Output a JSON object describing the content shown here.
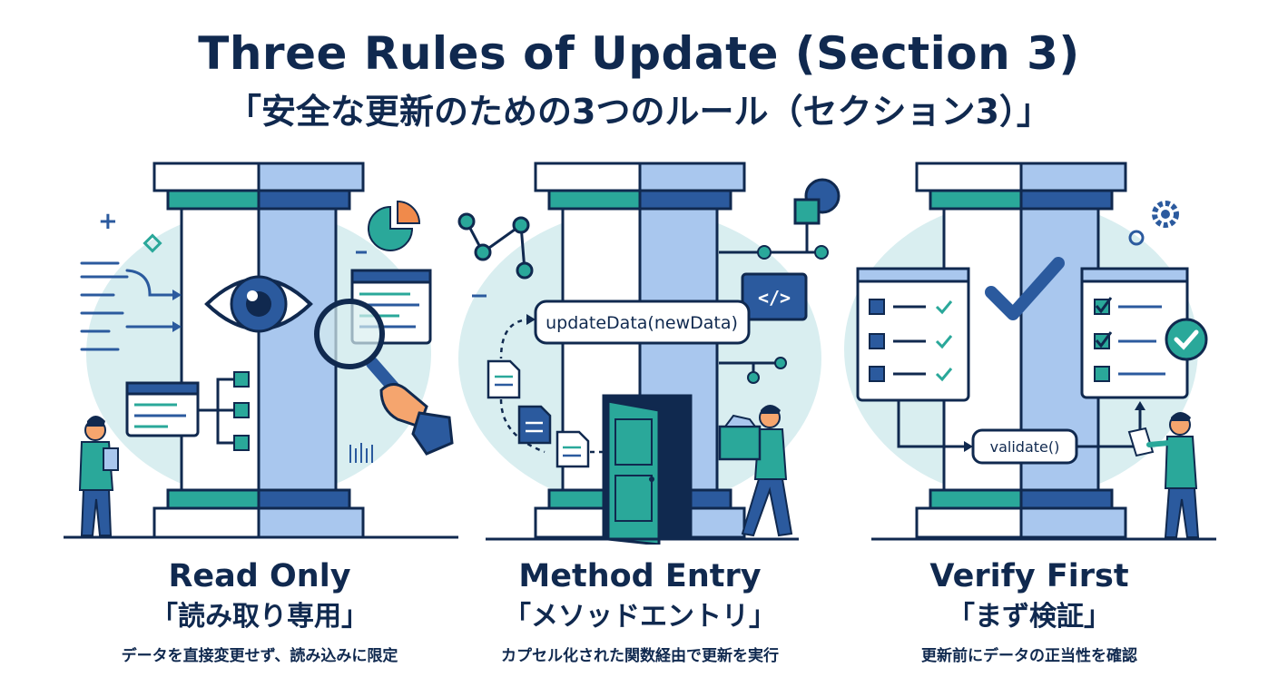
{
  "header": {
    "title_en": "Three Rules of Update (Section 3)",
    "title_ja": "「安全な更新のための3つのルール（セクション3）」"
  },
  "panels": [
    {
      "title": "Read Only",
      "subtitle": "「読み取り専用」",
      "description": "データを直接変更せず、読み込みに限定",
      "icon": "eye-icon"
    },
    {
      "title": "Method Entry",
      "subtitle": "「メソッドエントリ」",
      "description": "カプセル化された関数経由で更新を実行",
      "code_label": "updateData(newData)",
      "icon": "door-icon"
    },
    {
      "title": "Verify First",
      "subtitle": "「まず検証」",
      "description": "更新前にデータの正当性を確認",
      "code_label": "validate()",
      "icon": "checkmark-icon"
    }
  ],
  "colors": {
    "navy": "#10294f",
    "blue": "#2b5a9e",
    "light_blue": "#a9c7ee",
    "teal": "#2aa89a",
    "pale_teal": "#d9eef0",
    "orange": "#f08a4b"
  }
}
